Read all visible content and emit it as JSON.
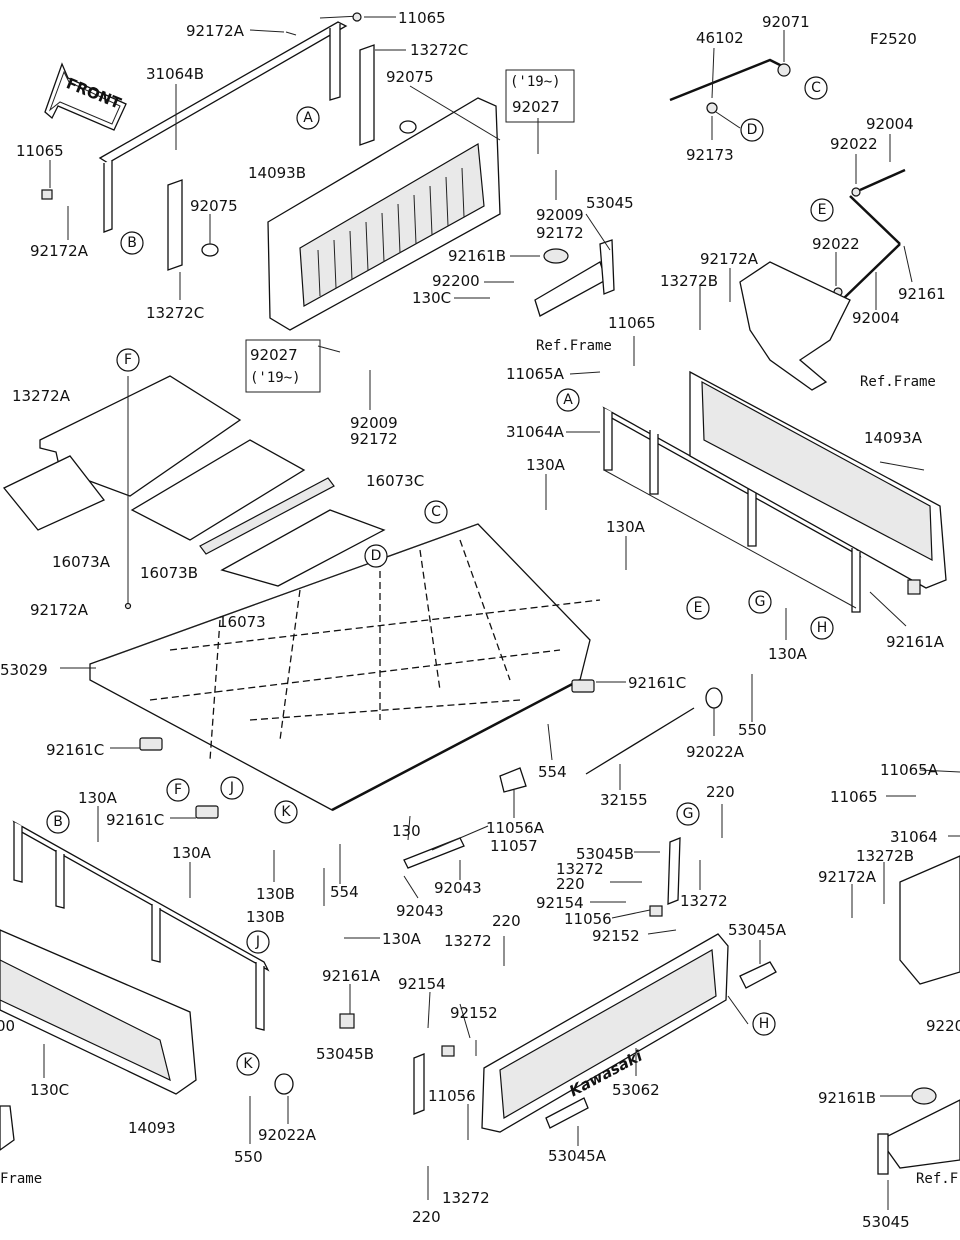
{
  "diagram_code": "F2520",
  "front_label": "FRONT",
  "brand_mark": "Kawasaki",
  "year_note": "('19~)",
  "ref_frame": "Ref.Frame",
  "callouts": [
    "A",
    "B",
    "C",
    "D",
    "E",
    "F",
    "G",
    "H",
    "J",
    "K"
  ],
  "parts": [
    "92172A",
    "11065",
    "13272C",
    "31064B",
    "92075",
    "46102",
    "92071",
    "11065",
    "92172A",
    "92075",
    "13272C",
    "14093B",
    "92027",
    "92009",
    "92172",
    "53045",
    "92161B",
    "92200",
    "130C",
    "92173",
    "92022",
    "92004",
    "92161",
    "92022",
    "92004",
    "13272B",
    "92172A",
    "11065",
    "11065A",
    "31064A",
    "14093A",
    "130A",
    "130A",
    "92161A",
    "13272A",
    "16073A",
    "16073B",
    "16073C",
    "16073",
    "92172A",
    "53029",
    "92161C",
    "92161C",
    "92022A",
    "550",
    "554",
    "32155",
    "130",
    "11056A",
    "11057",
    "92043",
    "92043",
    "130B",
    "130B",
    "554",
    "130A",
    "92161A",
    "220",
    "53045B",
    "13272",
    "220",
    "13272",
    "92154",
    "11056",
    "92152",
    "53045A",
    "13272",
    "220",
    "92154",
    "92152",
    "53045B",
    "11056",
    "53062",
    "53045A",
    "13272",
    "220",
    "11065A",
    "11065",
    "31064",
    "13272B",
    "92172A",
    "92161B",
    "53045",
    "92022A",
    "550",
    "130C",
    "14093",
    "130A",
    "130A",
    "130A"
  ],
  "partial_labels": [
    "130A",
    "00",
    "Frame",
    "9220",
    "Ref.F"
  ]
}
